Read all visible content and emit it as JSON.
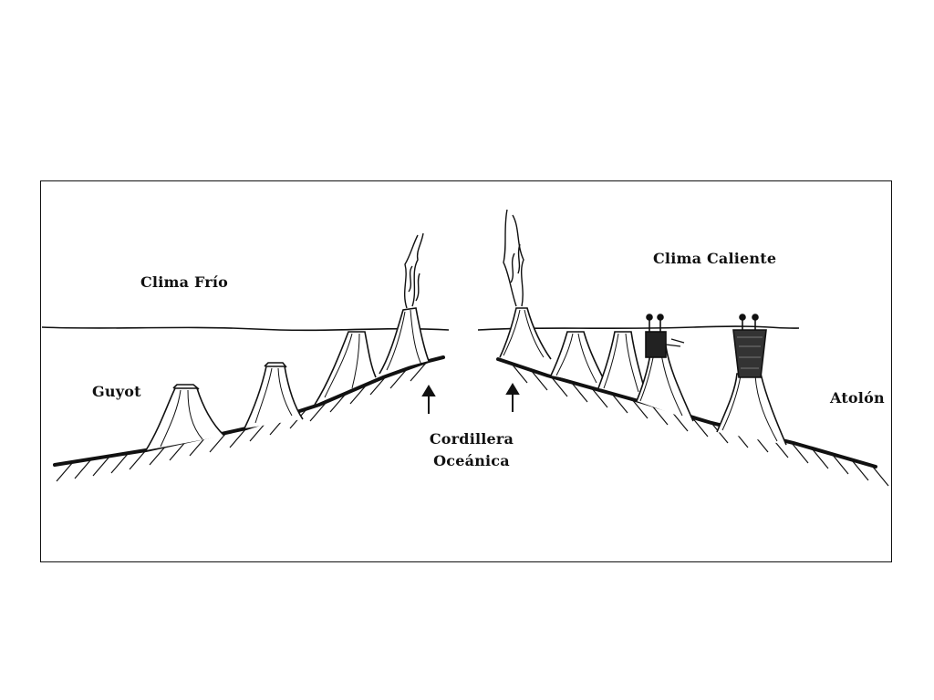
{
  "labels": {
    "cold_climate": "Clima Frío",
    "warm_climate": "Clima Caliente",
    "guyot": "Guyot",
    "atoll": "Atolón",
    "ridge_line1": "Cordillera",
    "ridge_line2": "Oceánica"
  },
  "colors": {
    "ink": "#111111",
    "background": "#ffffff"
  }
}
